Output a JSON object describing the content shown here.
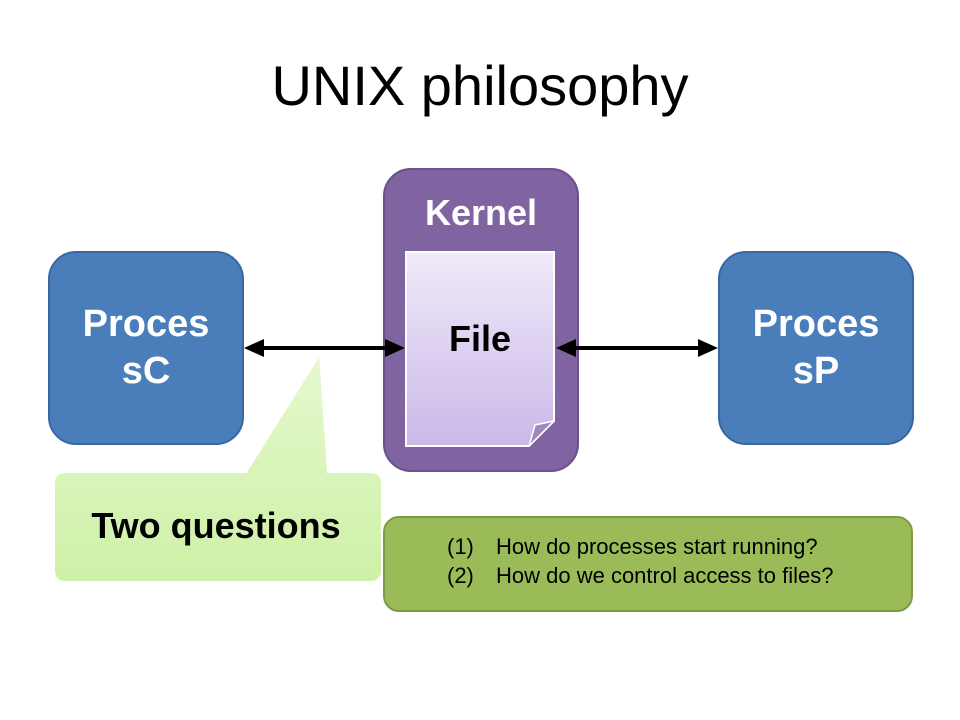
{
  "title": "UNIX philosophy",
  "kernel": {
    "label": "Kernel"
  },
  "file": {
    "label": "File"
  },
  "process_left": {
    "line1": "Proces",
    "line2": "sC"
  },
  "process_right": {
    "line1": "Proces",
    "line2": "sP"
  },
  "callout": {
    "label": "Two questions"
  },
  "questions": [
    {
      "number": "(1)",
      "text": "How do processes start running?"
    },
    {
      "number": "(2)",
      "text": "How do we control access to files?"
    }
  ],
  "colors": {
    "process_fill": "#4a7ebb",
    "kernel_fill": "#8064a2",
    "file_fill": "#e6dcf5",
    "callout_fill": "#d9f5b8",
    "questions_fill": "#9bbb59"
  }
}
